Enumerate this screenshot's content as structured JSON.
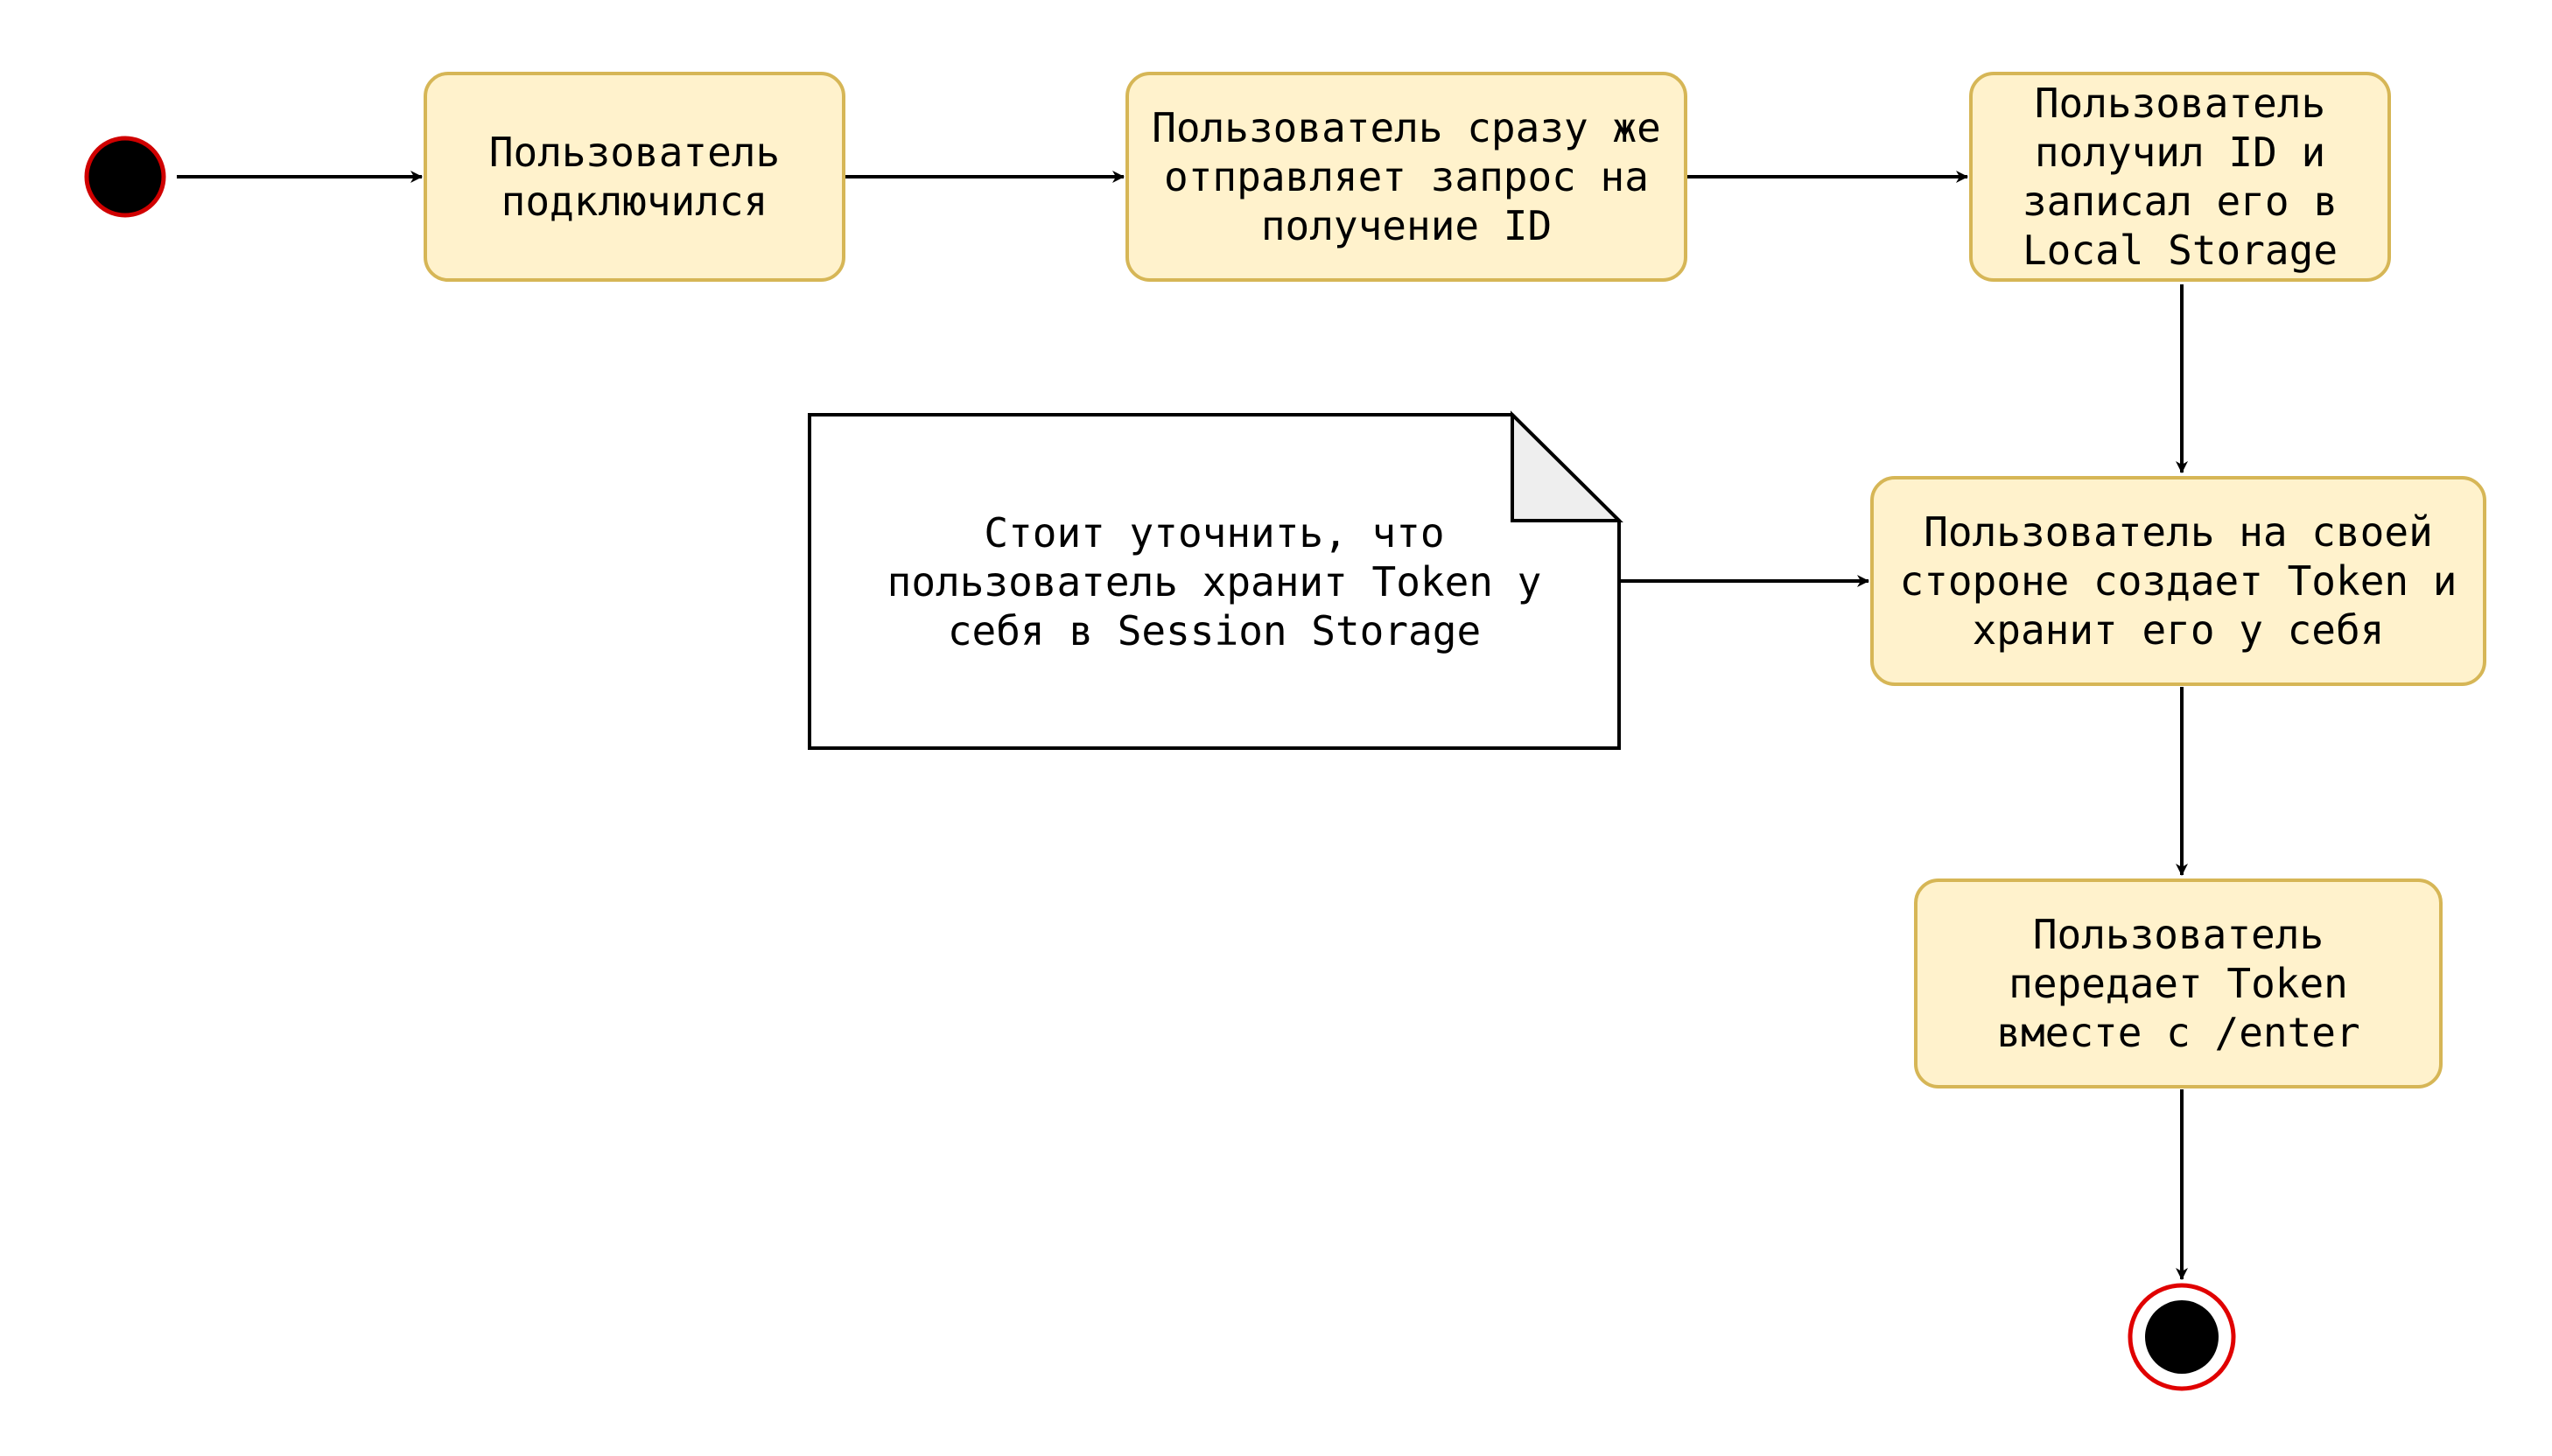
{
  "colors": {
    "box_fill": "#fff2cc",
    "box_stroke": "#d6b656",
    "line": "#000000",
    "start_fill": "#000000",
    "start_stroke": "#d00000",
    "end_ring": "#e00000",
    "note_fill": "#ffffff",
    "note_stroke": "#000000",
    "note_fold": "#eeeeee"
  },
  "nodes": {
    "connected": "Пользователь\nподключился",
    "request_id": "Пользователь сразу же\nотправляет запрос на\nполучение ID",
    "got_id": "Пользователь\nполучил ID и\nзаписал его в\nLocal Storage",
    "create_token": "Пользователь на своей\nстороне создает Token и\nхранит его у себя",
    "send_token": "Пользователь\nпередает Token\nвместе с /enter"
  },
  "note": {
    "text": "Стоит уточнить, что\nпользователь хранит Token у\nсебя в Session Storage"
  }
}
